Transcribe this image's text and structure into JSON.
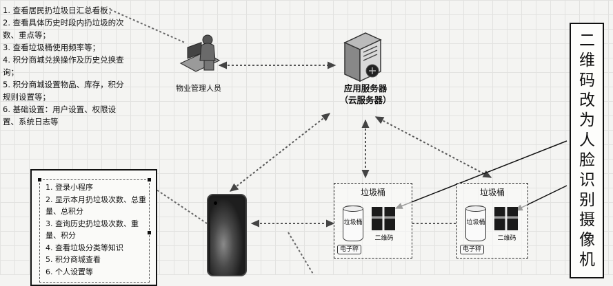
{
  "admin_notes": [
    "1. 查看居民扔垃圾日汇总看板；",
    "2. 查看具体历史时段内扔垃圾的次数、重点等；",
    "3. 查看垃圾桶使用频率等；",
    "4. 积分商城兑换操作及历史兑换查询；",
    "5. 积分商城设置物品、库存，积分规则设置等；",
    "6. 基础设置：用户设置、权限设置、系统日志等"
  ],
  "admin_label": "物业管理人员",
  "server_label_line1": "应用服务器",
  "server_label_line2": "（云服务器）",
  "app_notes": [
    "1. 登录小程序",
    "2. 显示本月扔垃圾次数、总重量、总积分",
    "3. 查询历史扔垃圾次数、重量、积分",
    "4. 查看垃圾分类等知识",
    "5. 积分商城查看",
    "6. 个人设置等"
  ],
  "bins": [
    {
      "title": "垃圾桶",
      "bin_text": "垃圾桶",
      "qr_label": "二维码",
      "scale_label": "电子秤"
    },
    {
      "title": "垃圾桶",
      "bin_text": "垃圾桶",
      "qr_label": "二维码",
      "scale_label": "电子秤"
    }
  ],
  "camera_label": "二维码改为人脸识别摄像机",
  "icons": {
    "admin": "admin-workstation-icon",
    "server": "server-icon",
    "phone": "smartphone-icon",
    "qr": "qr-code-icon",
    "bin": "trash-bin-icon"
  }
}
